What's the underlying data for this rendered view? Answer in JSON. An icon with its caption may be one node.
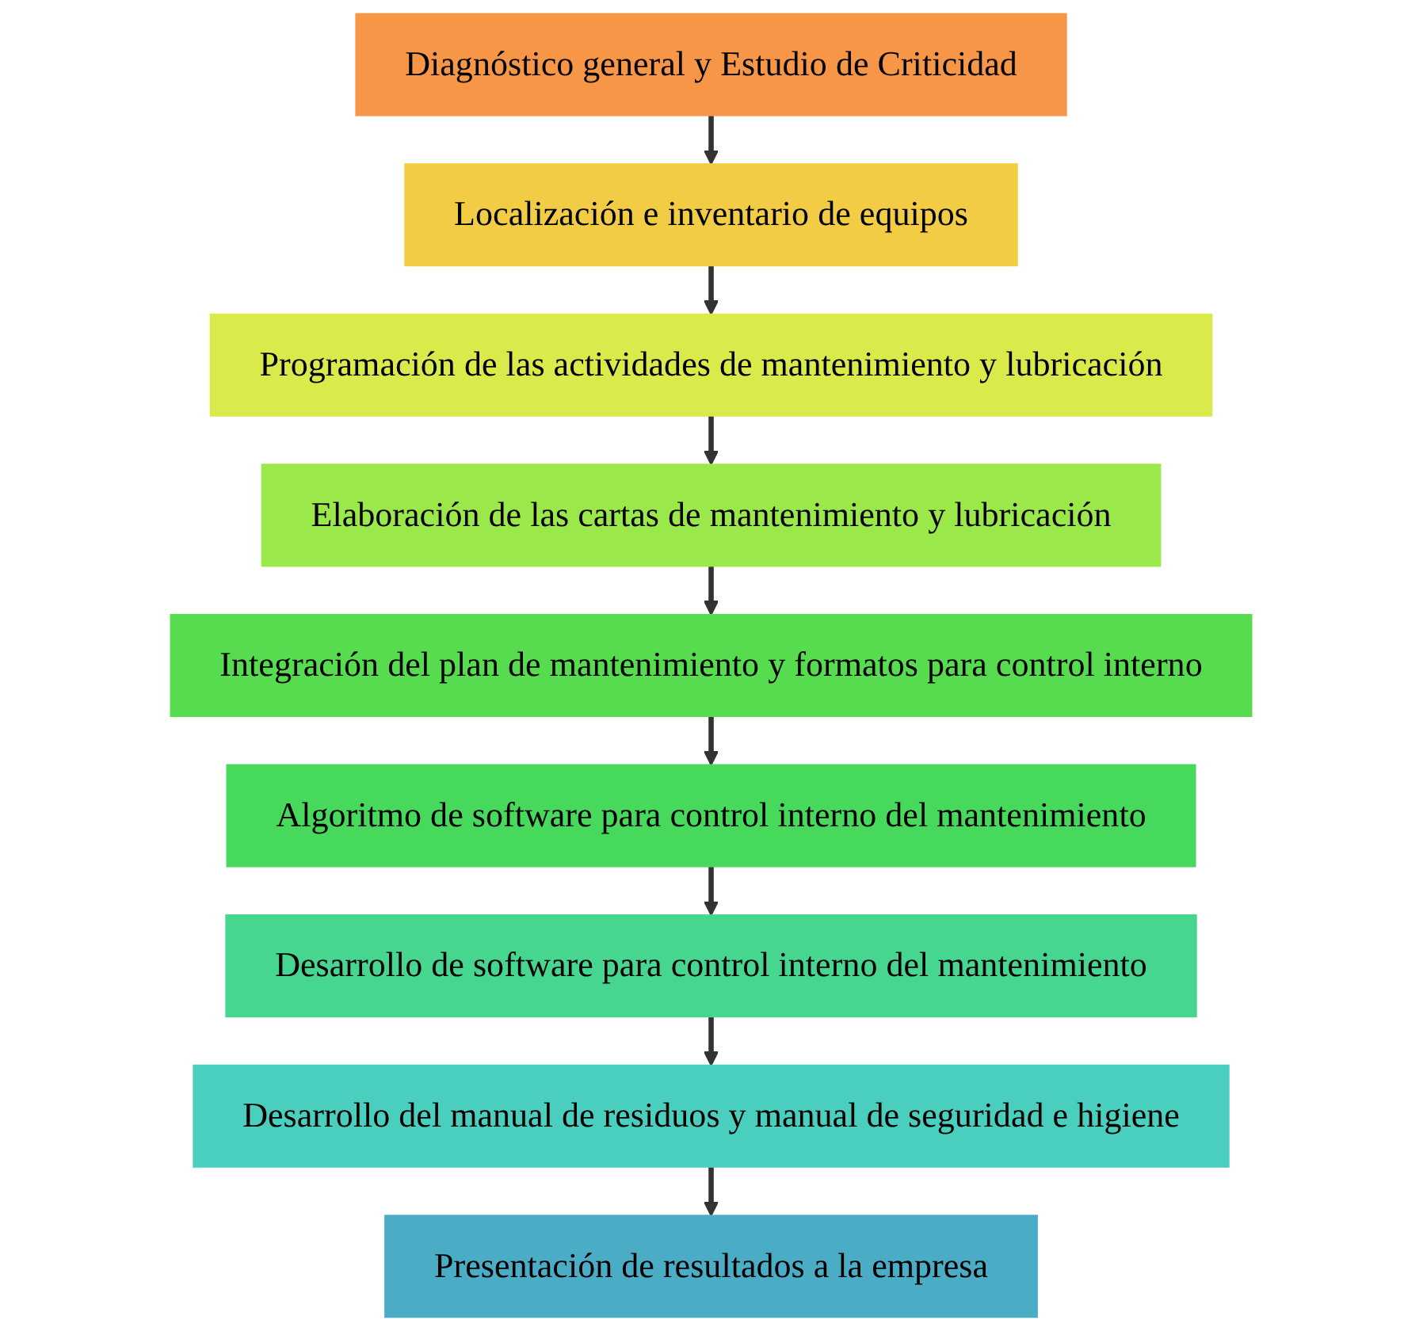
{
  "diagram": {
    "nodes": [
      {
        "text": [
          "Diagnóstico general y Estudio de Criticidad"
        ]
      },
      {
        "text": [
          "Localización e inventario de equipos"
        ]
      },
      {
        "text": [
          "Programación de las actividades de mantenimiento y lubricación"
        ]
      },
      {
        "text": [
          "Elaboración de las cartas de mantenimiento y lubricación"
        ]
      },
      {
        "text": [
          "Integración del plan de mantenimiento y formatos para control interno"
        ]
      },
      {
        "text": [
          "Algoritmo de software para control interno del mantenimiento"
        ]
      },
      {
        "text": [
          "Desarrollo de software para control interno del mantenimiento"
        ]
      },
      {
        "text": [
          "Desarrollo del manual de residuos y manual de seguridad e higiene"
        ]
      },
      {
        "text": [
          "Presentación de resultados a la empresa"
        ]
      }
    ],
    "edges": [
      {
        "from": 0,
        "to": 1,
        "arrow": "to"
      },
      {
        "from": 1,
        "to": 2,
        "arrow": "to"
      },
      {
        "from": 2,
        "to": 3,
        "arrow": "to"
      },
      {
        "from": 3,
        "to": 4,
        "arrow": "to"
      },
      {
        "from": 4,
        "to": 5,
        "arrow": "to"
      },
      {
        "from": 5,
        "to": 6,
        "arrow": "to"
      },
      {
        "from": 6,
        "to": 7,
        "arrow": "to"
      },
      {
        "from": 7,
        "to": 8,
        "arrow": "to"
      }
    ]
  }
}
